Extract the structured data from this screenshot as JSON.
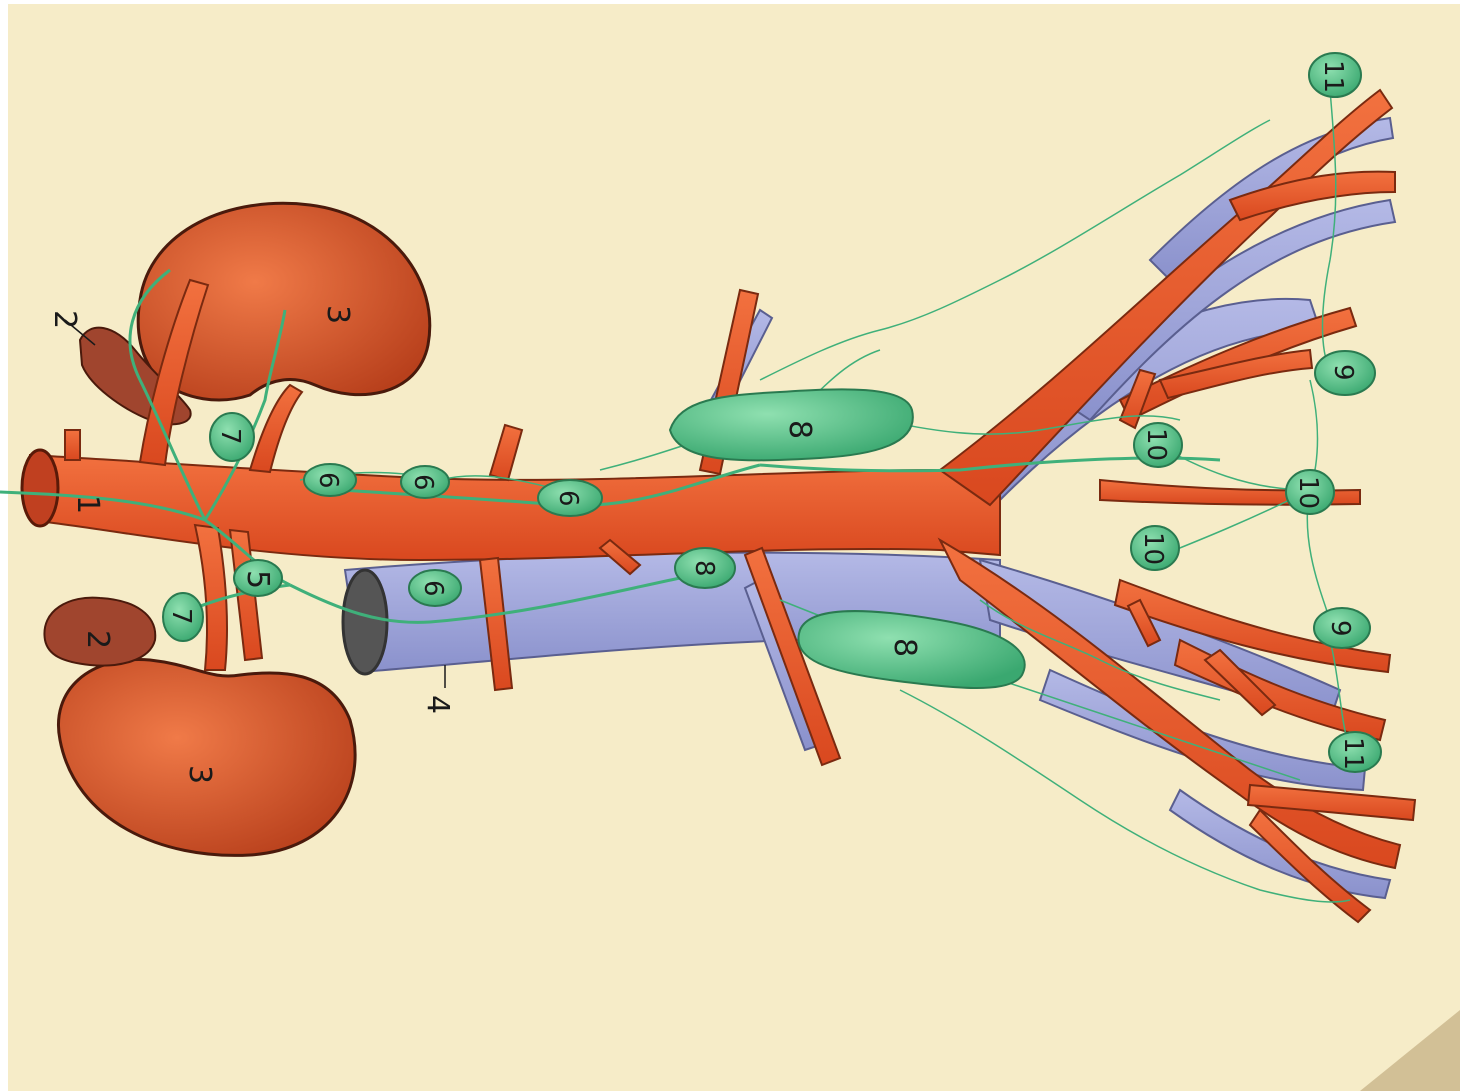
{
  "colors": {
    "page": "#f6ecc8",
    "artery": "#e85a30",
    "artery_dark": "#b83a1a",
    "vein": "#9aa2d8",
    "vein_dark": "#6e76b0",
    "lymph": "#4fc588",
    "lymph_line": "#3fb07a",
    "kidney": "#d45a2e",
    "adrenal": "#a0452e"
  },
  "labels": {
    "aorta": "1",
    "adrenal_right": "2",
    "adrenal_left": "2",
    "kidney_upper": "3",
    "kidney_lower": "3",
    "vena_cava": "4",
    "cisterna": "5",
    "lumbar_node_a": "6",
    "lumbar_node_b": "6",
    "lumbar_node_c": "6",
    "lumbar_node_d": "6",
    "renal_node_a": "7",
    "renal_node_b": "7",
    "common_iliac_node_a": "8",
    "common_iliac_node_b": "8",
    "common_iliac_node_c": "8",
    "external_iliac_node_a": "9",
    "external_iliac_node_b": "9",
    "internal_iliac_node_a": "10",
    "internal_iliac_node_b": "10",
    "internal_iliac_node_c": "10",
    "inguinal_node_a": "11",
    "inguinal_node_b": "11"
  }
}
